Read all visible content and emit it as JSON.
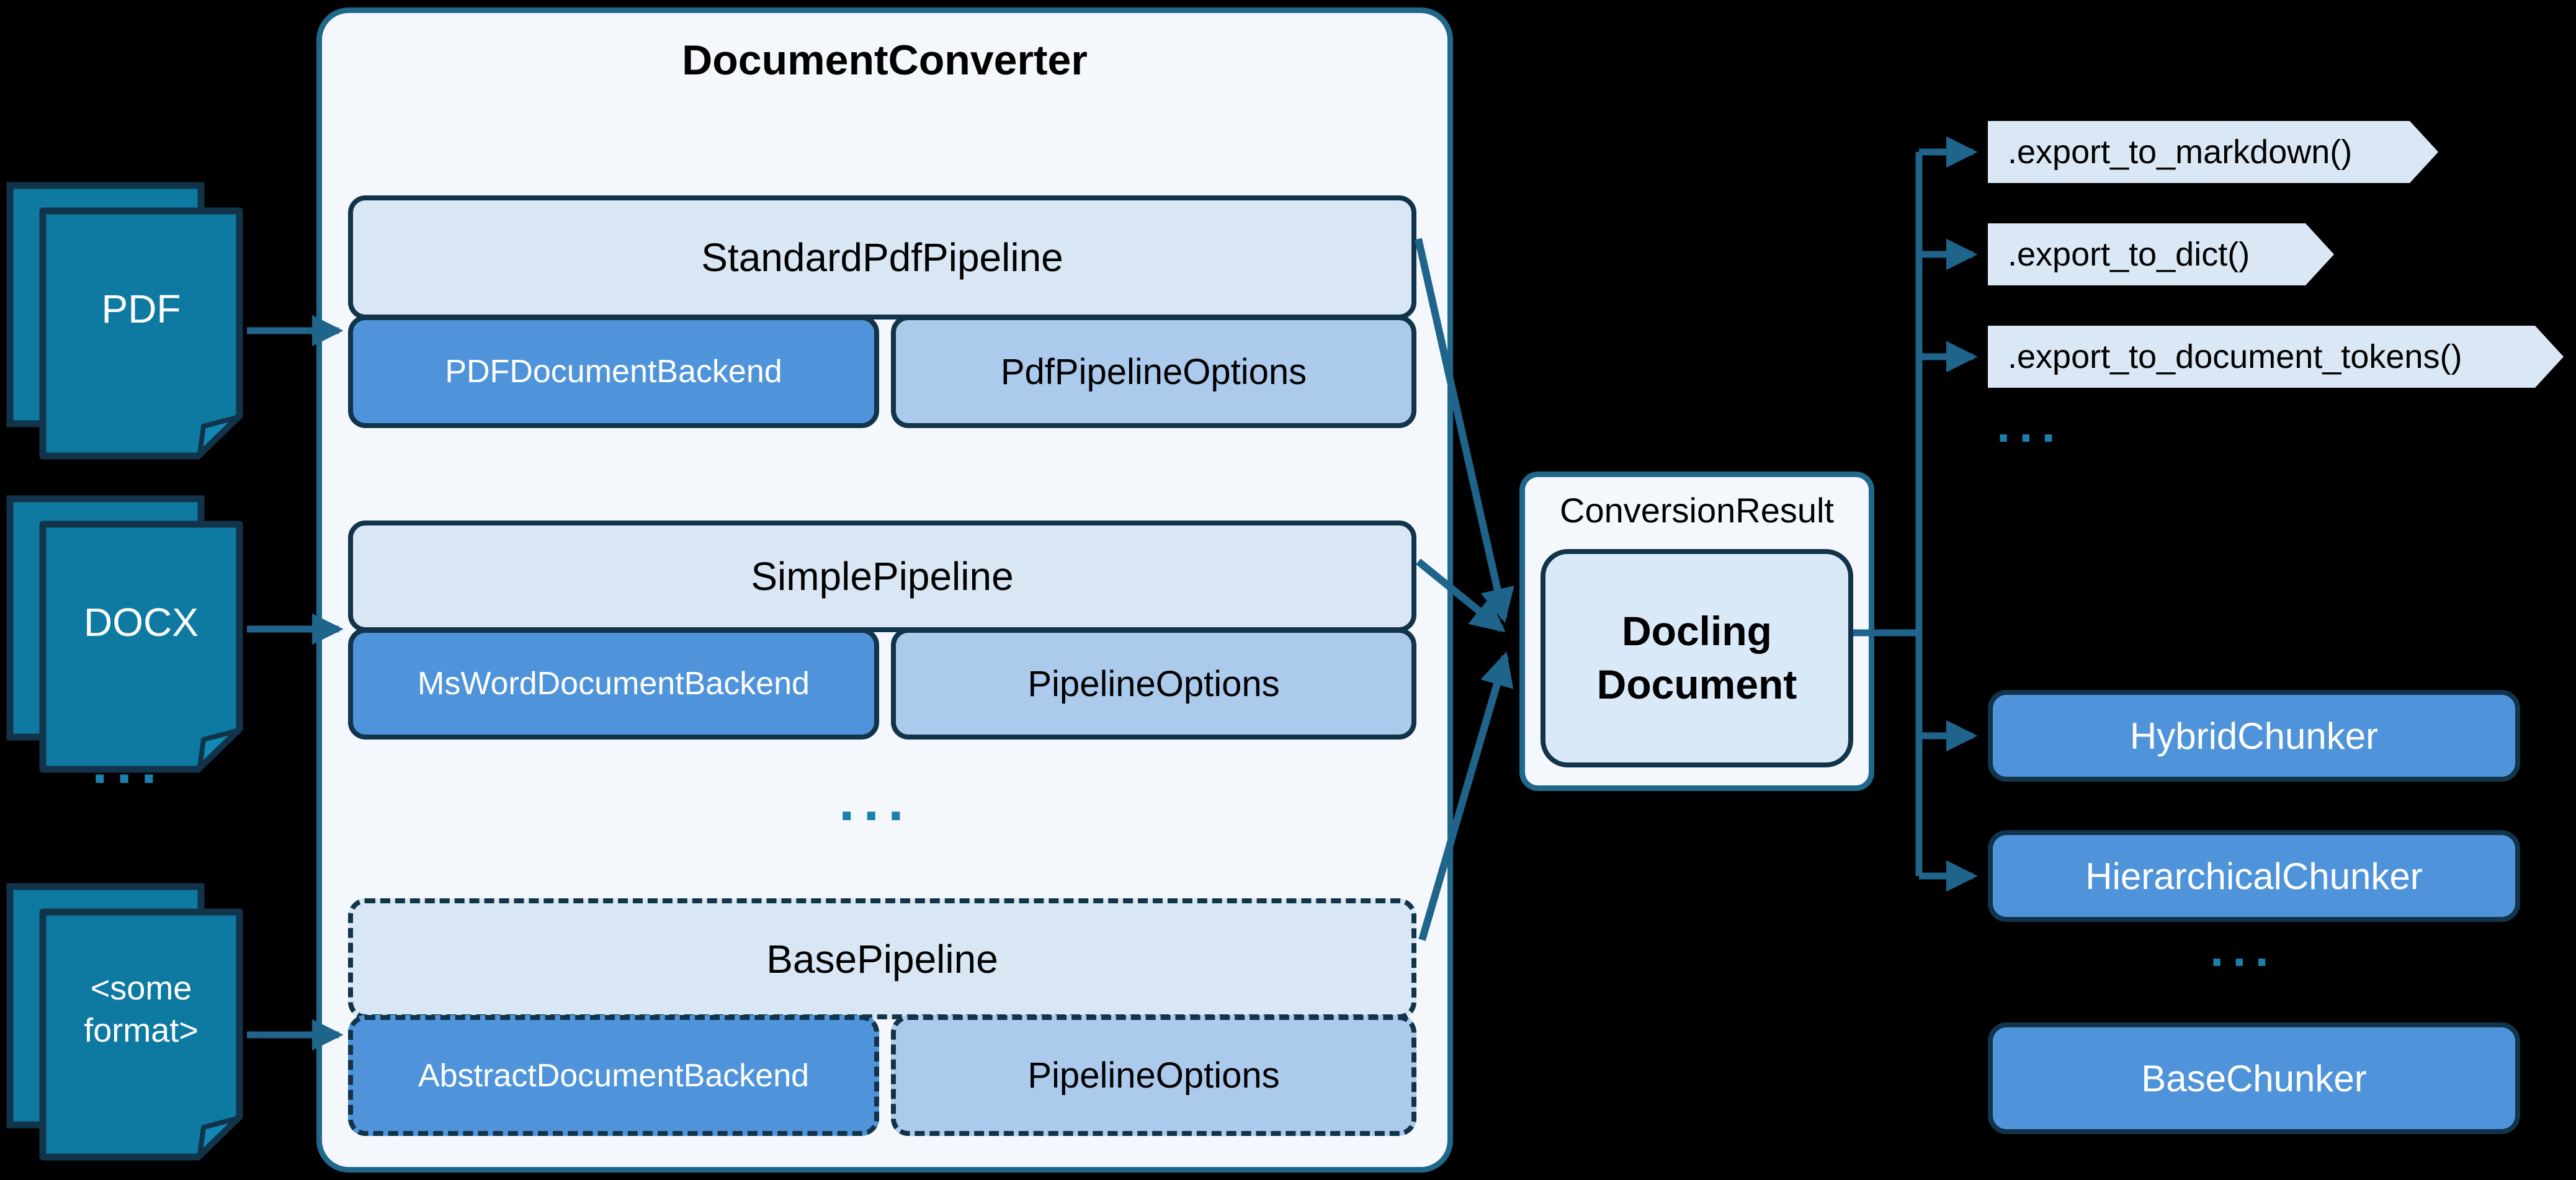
{
  "converter": {
    "title": "DocumentConverter",
    "pipelines": [
      {
        "name": "StandardPdfPipeline",
        "backend": "PDFDocumentBackend",
        "options": "PdfPipelineOptions",
        "dashed": false
      },
      {
        "name": "SimplePipeline",
        "backend": "MsWordDocumentBackend",
        "options": "PipelineOptions",
        "dashed": false
      },
      {
        "name": "BasePipeline",
        "backend": "AbstractDocumentBackend",
        "options": "PipelineOptions",
        "dashed": true
      }
    ]
  },
  "inputs": [
    {
      "label": "PDF"
    },
    {
      "label": "DOCX"
    },
    {
      "label": "<some format>"
    }
  ],
  "conversion_result": {
    "label": "ConversionResult",
    "document": "Docling Document"
  },
  "exports": [
    ".export_to_markdown()",
    ".export_to_dict()",
    ".export_to_document_tokens()"
  ],
  "chunkers": [
    {
      "name": "HybridChunker",
      "dashed": false
    },
    {
      "name": "HierarchicalChunker",
      "dashed": false
    },
    {
      "name": "BaseChunker",
      "dashed": true
    }
  ],
  "ellipsis": {
    "inputs": "...",
    "converter": "...",
    "exports": "...",
    "chunkers": "..."
  },
  "palette": {
    "background": "#000000",
    "container_bg": "#f4f8fd",
    "container_border": "#20678c",
    "light_box": "#d9e7f5",
    "option_box": "#abcaec",
    "mid_blue_box": "#4f94da",
    "navy_border": "#12344a",
    "page_teal": "#0e7aa2",
    "wire_steel": "#1f648a",
    "dots_teal": "#1b80ab"
  }
}
